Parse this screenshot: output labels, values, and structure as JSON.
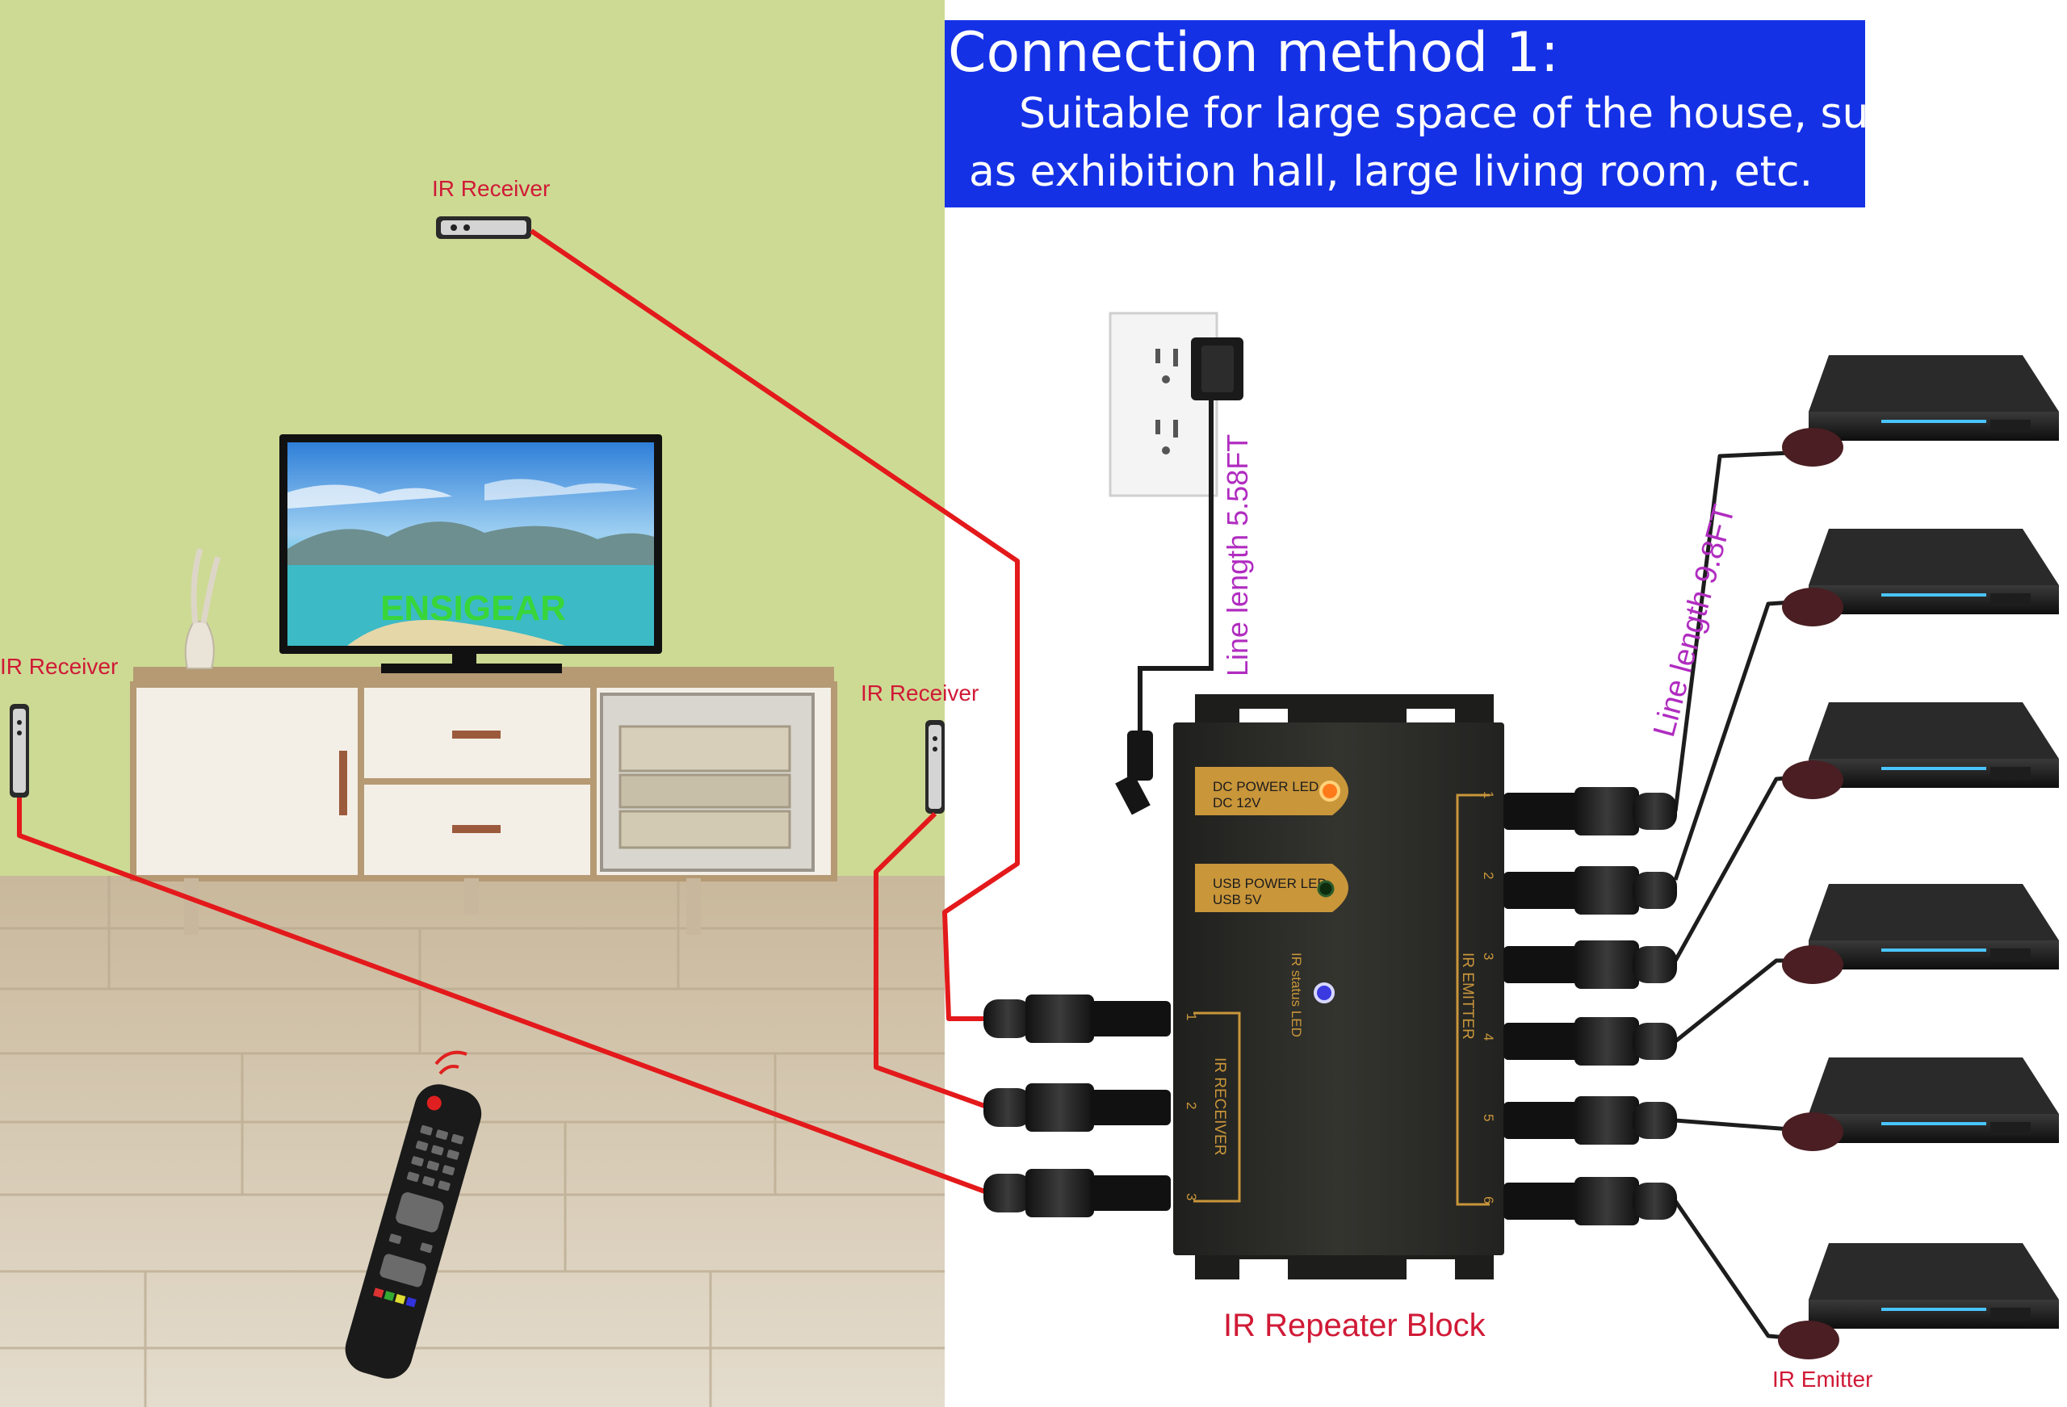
{
  "header": {
    "title": "Connection method 1:",
    "line1": "Suitable for large space of the house, such",
    "line2": "as exhibition hall, large living room, etc."
  },
  "labels": {
    "ir_receiver_top": "IR Receiver",
    "ir_receiver_left": "IR Receiver",
    "ir_receiver_right": "IR Receiver",
    "brand": "ENSIGEAR",
    "line_length_power": "Line length 5.58FT",
    "line_length_emitter": "Line length 9.8FT",
    "repeater_block": "IR Repeater Block",
    "ir_emitter": "IR Emitter"
  },
  "device": {
    "dc_led_title": "DC POWER LED",
    "dc_led_sub": "DC 12V",
    "usb_led_title": "USB POWER LED",
    "usb_led_sub": "USB 5V",
    "status_led": "IR status LED",
    "receiver_group": "IR RECEIVER",
    "emitter_group": "IR EMITTER",
    "receiver_ports": [
      "1",
      "2",
      "3"
    ],
    "emitter_ports": [
      "1",
      "2",
      "3",
      "4",
      "5",
      "6"
    ]
  },
  "colors": {
    "wall": "#cdda94",
    "floor": "#d9cdb9",
    "header_bg": "#1531e6",
    "cable_red": "#e3191b",
    "label_red": "#d01a36",
    "label_magenta": "#b02cc0",
    "brand_green": "#39d639",
    "device_body": "#2a2a28",
    "device_gold": "#c9963a"
  }
}
